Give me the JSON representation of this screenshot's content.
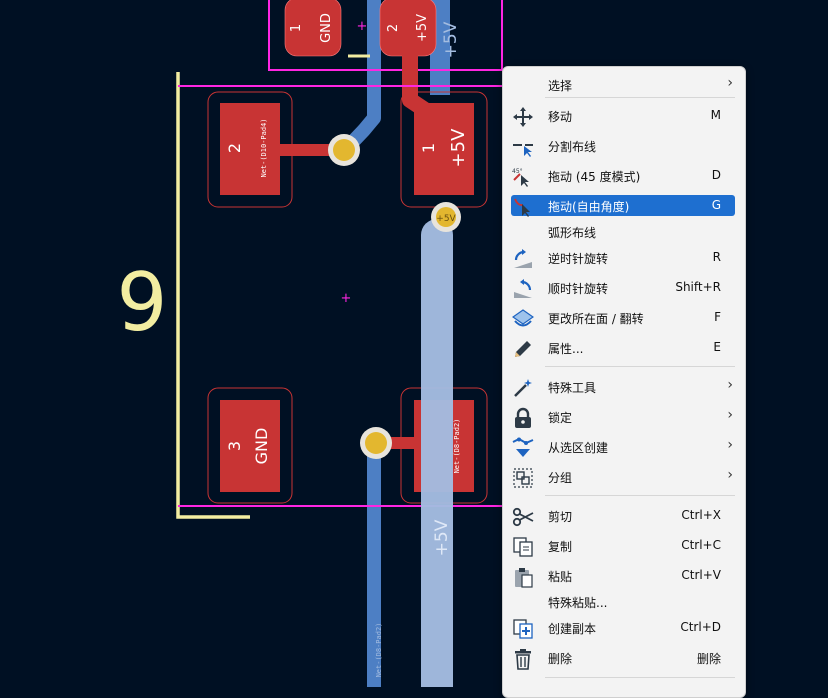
{
  "pcb": {
    "ref_designator": "9",
    "top_connector": {
      "pad1": {
        "num": "1",
        "net": "GND"
      },
      "pad2": {
        "num": "2",
        "net": "+5V"
      }
    },
    "pads": [
      {
        "num": "2",
        "net": "Net-(D10-Pad4)"
      },
      {
        "num": "1",
        "net": "+5V"
      },
      {
        "num": "3",
        "net": "GND"
      },
      {
        "num": "",
        "net": "Net-(D8-Pad2)"
      }
    ],
    "track_labels": {
      "top": "+5V",
      "mid": "+5V",
      "bottom": "Net-(D8-Pad2)"
    },
    "via_label": "+5V",
    "colors": {
      "background": "#001023",
      "pad": "#c83434",
      "track_copper": "#c83434",
      "track_blue": "#4d7fc4",
      "track_highlight": "#a3bce0",
      "silkscreen": "#f2eda1",
      "courtyard": "#ff26e2",
      "via": "#e3b72f"
    }
  },
  "menu": {
    "items": [
      {
        "label": "选择",
        "shortcut": "",
        "icon": "none",
        "submenu": true,
        "highlight": false
      },
      {
        "label": "移动",
        "shortcut": "M",
        "icon": "move-icon",
        "submenu": false,
        "highlight": false
      },
      {
        "label": "分割布线",
        "shortcut": "",
        "icon": "break-track-icon",
        "submenu": false,
        "highlight": false
      },
      {
        "label": "拖动 (45 度模式)",
        "shortcut": "D",
        "icon": "drag-45-icon",
        "submenu": false,
        "highlight": false
      },
      {
        "label": "拖动(自由角度)",
        "shortcut": "G",
        "icon": "drag-free-icon",
        "submenu": false,
        "highlight": true
      },
      {
        "label": "弧形布线",
        "shortcut": "",
        "icon": "none",
        "submenu": false,
        "highlight": false
      },
      {
        "label": "逆时针旋转",
        "shortcut": "R",
        "icon": "rotate-ccw-icon",
        "submenu": false,
        "highlight": false
      },
      {
        "label": "顺时针旋转",
        "shortcut": "Shift+R",
        "icon": "rotate-cw-icon",
        "submenu": false,
        "highlight": false
      },
      {
        "label": "更改所在面 / 翻转",
        "shortcut": "F",
        "icon": "flip-icon",
        "submenu": false,
        "highlight": false
      },
      {
        "label": "属性...",
        "shortcut": "E",
        "icon": "pencil-icon",
        "submenu": false,
        "highlight": false
      },
      {
        "label": "特殊工具",
        "shortcut": "",
        "icon": "magic-wand-icon",
        "submenu": true,
        "highlight": false
      },
      {
        "label": "锁定",
        "shortcut": "",
        "icon": "lock-icon",
        "submenu": true,
        "highlight": false
      },
      {
        "label": "从选区创建",
        "shortcut": "",
        "icon": "create-from-selection-icon",
        "submenu": true,
        "highlight": false
      },
      {
        "label": "分组",
        "shortcut": "",
        "icon": "group-icon",
        "submenu": true,
        "highlight": false
      },
      {
        "label": "剪切",
        "shortcut": "Ctrl+X",
        "icon": "scissors-icon",
        "submenu": false,
        "highlight": false
      },
      {
        "label": "复制",
        "shortcut": "Ctrl+C",
        "icon": "copy-icon",
        "submenu": false,
        "highlight": false
      },
      {
        "label": "粘贴",
        "shortcut": "Ctrl+V",
        "icon": "paste-icon",
        "submenu": false,
        "highlight": false
      },
      {
        "label": "特殊粘贴...",
        "shortcut": "",
        "icon": "none",
        "submenu": false,
        "highlight": false
      },
      {
        "label": "创建副本",
        "shortcut": "Ctrl+D",
        "icon": "duplicate-icon",
        "submenu": false,
        "highlight": false
      },
      {
        "label": "删除",
        "shortcut": "删除",
        "icon": "trash-icon",
        "submenu": false,
        "highlight": false
      }
    ]
  }
}
